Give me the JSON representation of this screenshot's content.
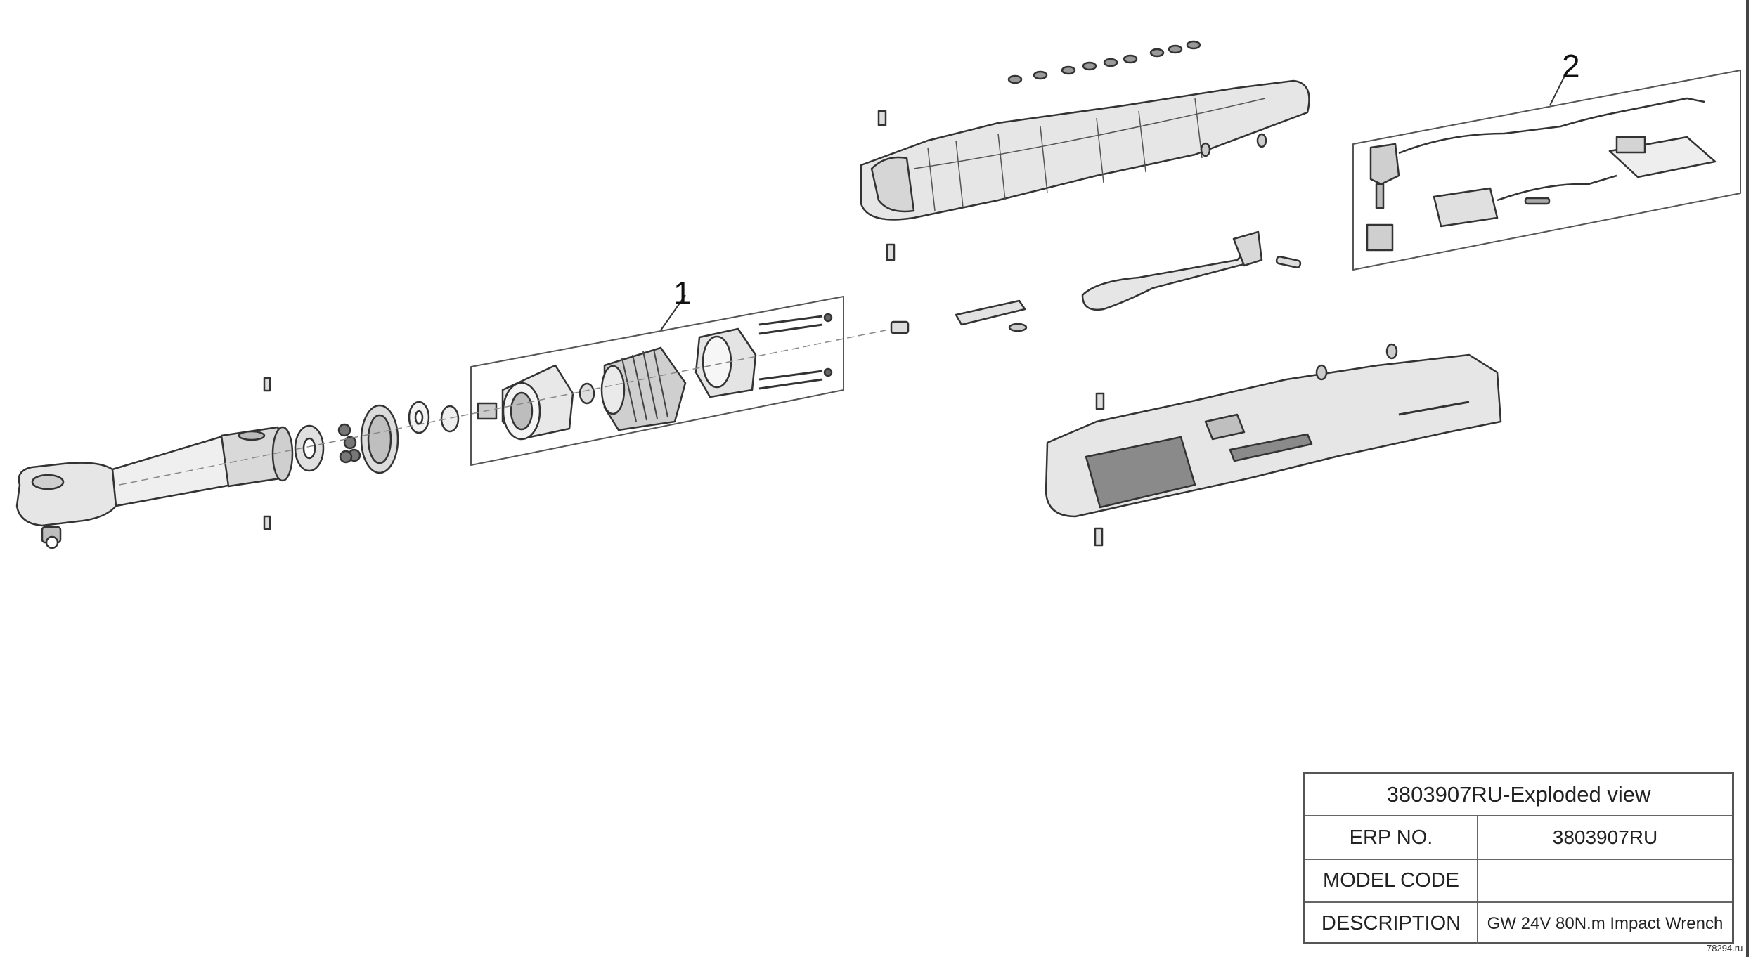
{
  "callouts": {
    "motor_group": "1",
    "switch_group": "2"
  },
  "title_block": {
    "title": "3803907RU-Exploded view",
    "rows": [
      {
        "label": "ERP NO.",
        "value": "3803907RU"
      },
      {
        "label": "MODEL CODE",
        "value": ""
      },
      {
        "label": "DESCRIPTION",
        "value": "GW 24V 80N.m Impact Wrench"
      }
    ]
  },
  "watermark": "78294.ru",
  "colors": {
    "line": "#333333",
    "fill_light": "#e6e6e6",
    "fill_dark": "#8a8a8a"
  }
}
